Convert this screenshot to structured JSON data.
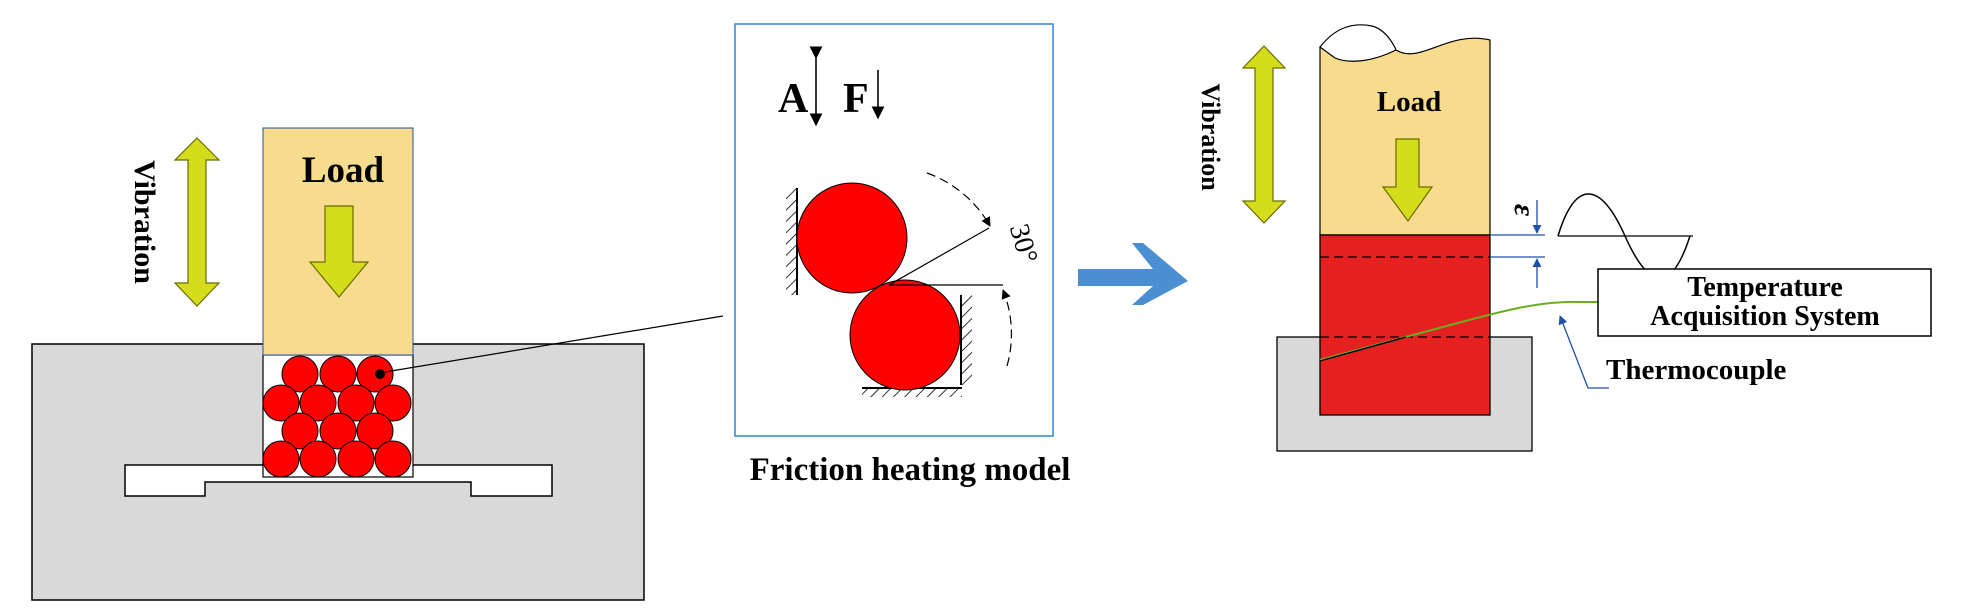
{
  "left_panel": {
    "vibration_label": "Vibration",
    "load_label": "Load"
  },
  "friction_model": {
    "caption": "Friction heating model",
    "label_a": "A",
    "label_f": "F",
    "angle_label": "30°"
  },
  "right_panel": {
    "vibration_label": "Vibration",
    "load_label": "Load",
    "epsilon_label": "ε",
    "temperature_system_label_line1": "Temperature",
    "temperature_system_label_line2": "Acquisition System",
    "thermocouple_label": "Thermocouple"
  },
  "colors": {
    "load_block": "#f7dc8e",
    "particles": "#ff0000",
    "specimen": "#e62020",
    "die": "#d9d9d9",
    "arrow_yellow": "#d4dc1c",
    "process_arrow": "#4a8fd1",
    "thermocouple_wire": "#6aae20",
    "dim_lines": "#1f4fa8",
    "panel_border": "#2e86d6"
  }
}
